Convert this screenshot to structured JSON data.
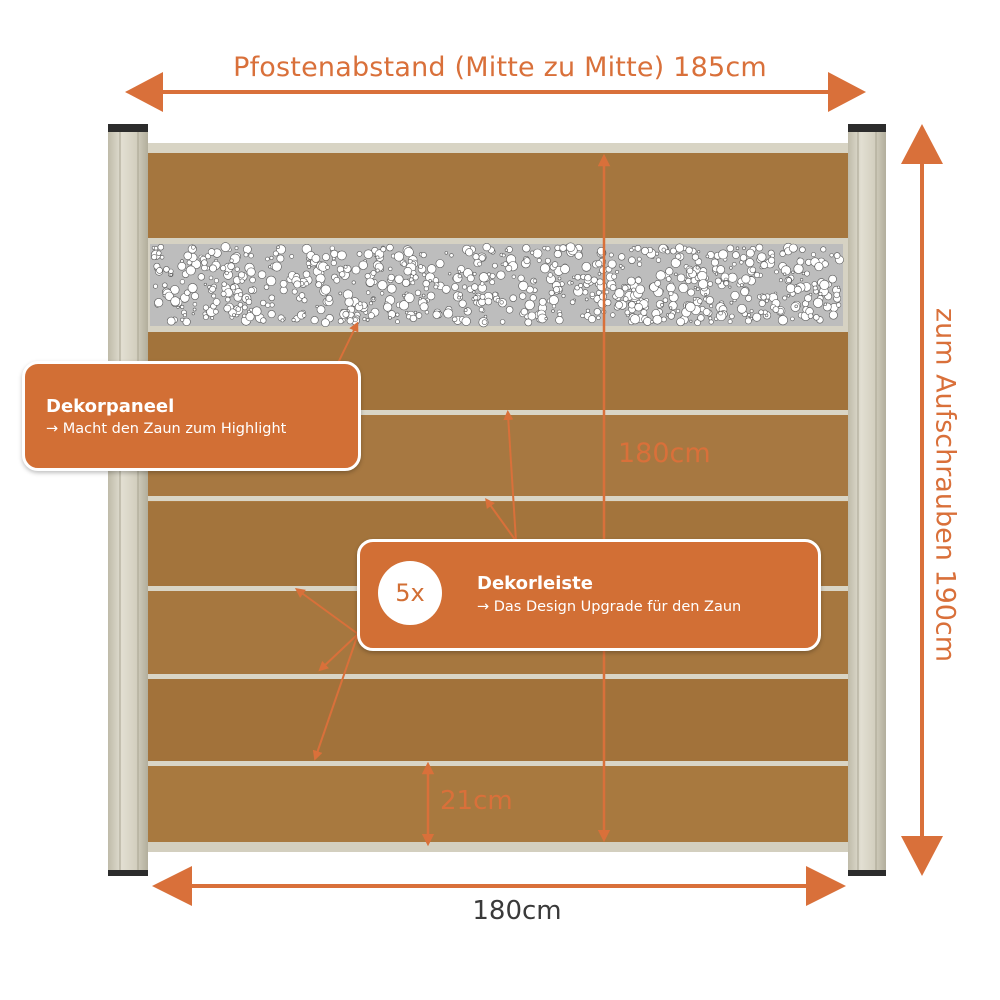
{
  "dimensions": {
    "post_spacing": "Pfostenabstand (Mitte zu Mitte) 185cm",
    "panel_width": "180cm",
    "panel_height": "180cm",
    "board_height": "21cm",
    "screw_height": "zum Aufschrauben 190cm"
  },
  "callouts": {
    "deco_panel": {
      "title": "Dekorpaneel",
      "subtitle": "→ Macht den Zaun zum Highlight"
    },
    "deco_strip": {
      "count": "5x",
      "title": "Dekorleiste",
      "subtitle": "→ Das Design Upgrade für den Zaun"
    }
  },
  "colors": {
    "accent": "#d9703a",
    "callout_fill": "#d26f35",
    "wood": "#a8783f",
    "aluminium": "#d8d4c4",
    "post_cap": "#2c2c2c"
  }
}
